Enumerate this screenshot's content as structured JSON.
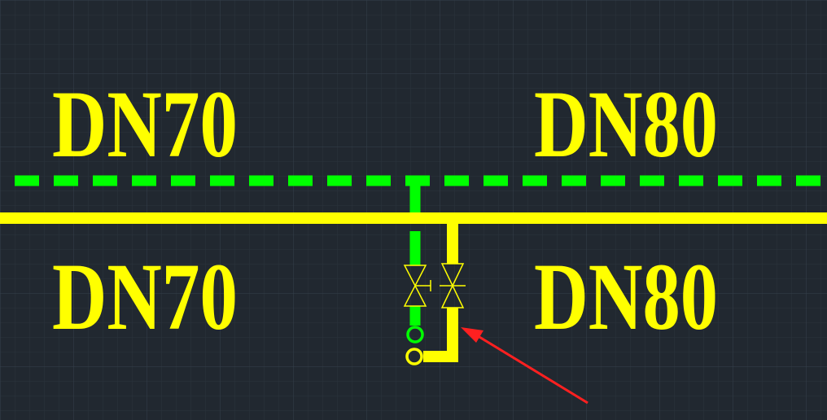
{
  "labels": {
    "top_left": "DN70",
    "top_right": "DN80",
    "bottom_left": "DN70",
    "bottom_right": "DN80"
  },
  "colors": {
    "background": "#212830",
    "grid_minor": "#2b333d",
    "grid_major": "#35404b",
    "supply_pipe": "#ffff00",
    "return_pipe": "#00ff00",
    "arrow": "#ff2020"
  },
  "icons": {
    "valve": "gate-valve-symbol",
    "pipe_end": "pipe-end-circle",
    "pointer": "red-arrow"
  }
}
